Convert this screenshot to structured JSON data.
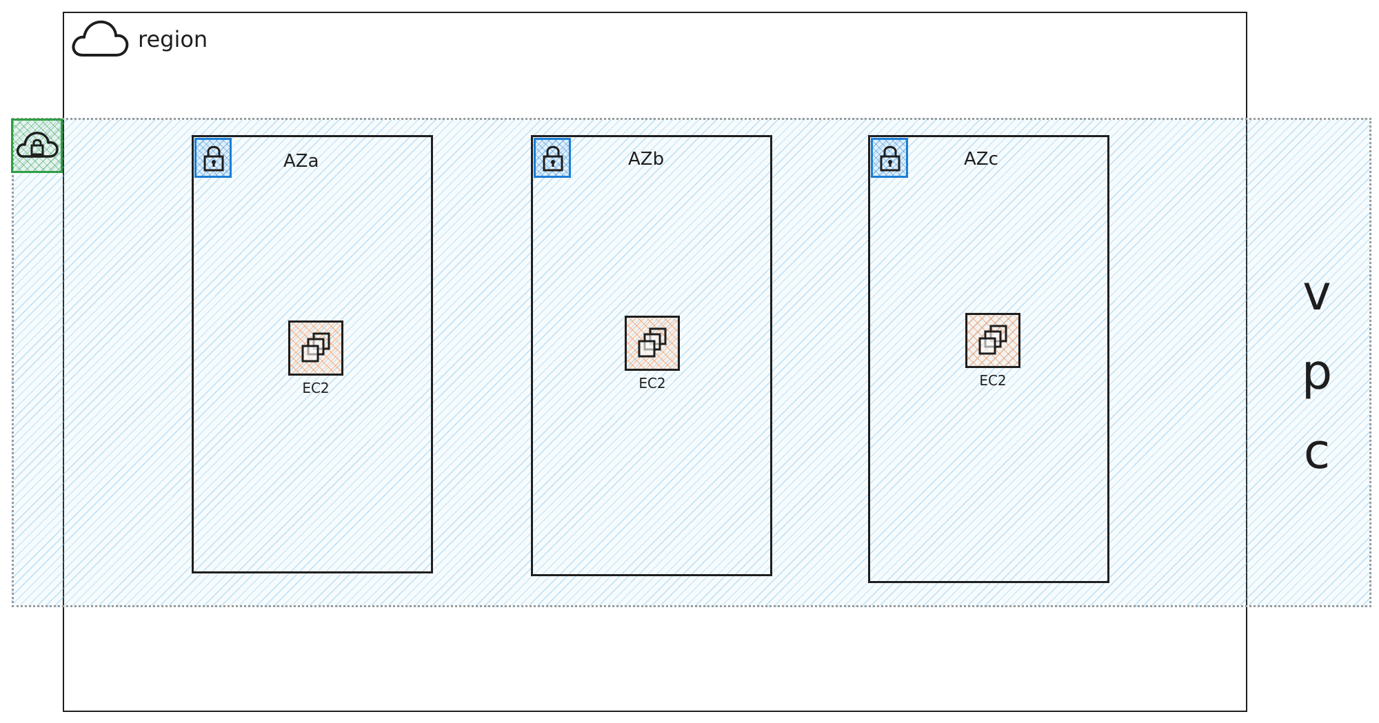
{
  "region": {
    "label": "region",
    "icon": "cloud-icon"
  },
  "vpc": {
    "label": "vpc",
    "gateway_icon": "cloud-lock-icon",
    "border_color": "#9a9a9a"
  },
  "colors": {
    "vpc_hatch": "#a5d8ff",
    "gateway": "#2f9e44",
    "subnet": "#1c7ed6",
    "ec2": "#f76707",
    "stroke": "#1e1e1e"
  },
  "azs": [
    {
      "label": "AZa",
      "subnet_icon": "lock-icon",
      "instance": {
        "label": "EC2",
        "icon": "ec2-instances-icon"
      }
    },
    {
      "label": "AZb",
      "subnet_icon": "lock-icon",
      "instance": {
        "label": "EC2",
        "icon": "ec2-instances-icon"
      }
    },
    {
      "label": "AZc",
      "subnet_icon": "lock-icon",
      "instance": {
        "label": "EC2",
        "icon": "ec2-instances-icon"
      }
    }
  ]
}
